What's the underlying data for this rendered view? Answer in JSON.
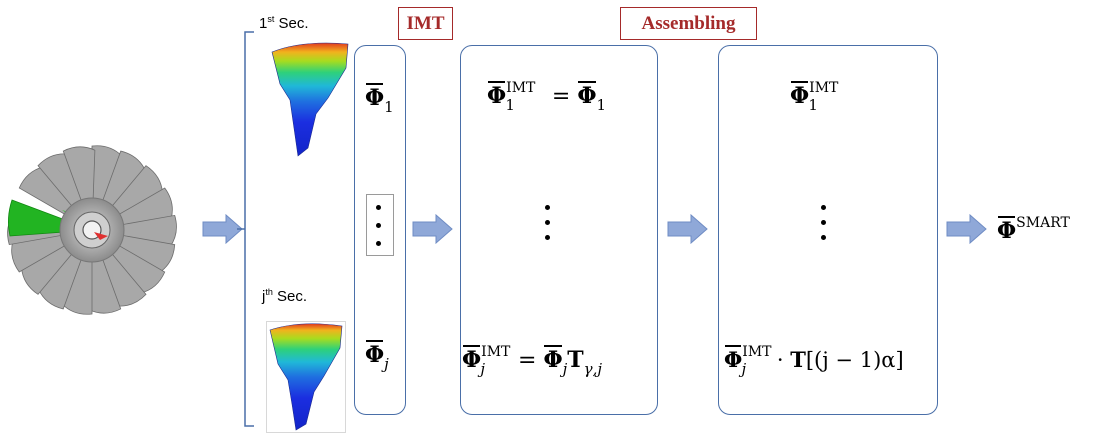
{
  "labels": {
    "first_sector_num": "1",
    "first_sector_sup": "st",
    "first_sector_text": " Sec.",
    "jth_sector_num": "j",
    "jth_sector_sup": "th",
    "jth_sector_text": " Sec.",
    "imt_tag": "IMT",
    "assembling_tag": "Assembling"
  },
  "math": {
    "phi": "Φ",
    "sub_1": "1",
    "sub_j": "j",
    "sup_imt": "IMT",
    "sup_smart": "SMART",
    "T": "T",
    "sub_gamma_j": "γ,j",
    "dot": "·",
    "rotation_arg": "[(j − 1)α]",
    "equals": "="
  },
  "colors": {
    "box_border": "#4a6fa8",
    "tag_border": "#a52a2a",
    "tag_text": "#a52a2a",
    "arrow_fill": "#8fa8d8",
    "arrow_stroke": "#6f8cc4"
  },
  "icons": {
    "rotor": "bladed-disk-rotor-icon",
    "sector": "blade-sector-contour-icon",
    "arrow": "right-block-arrow-icon"
  }
}
